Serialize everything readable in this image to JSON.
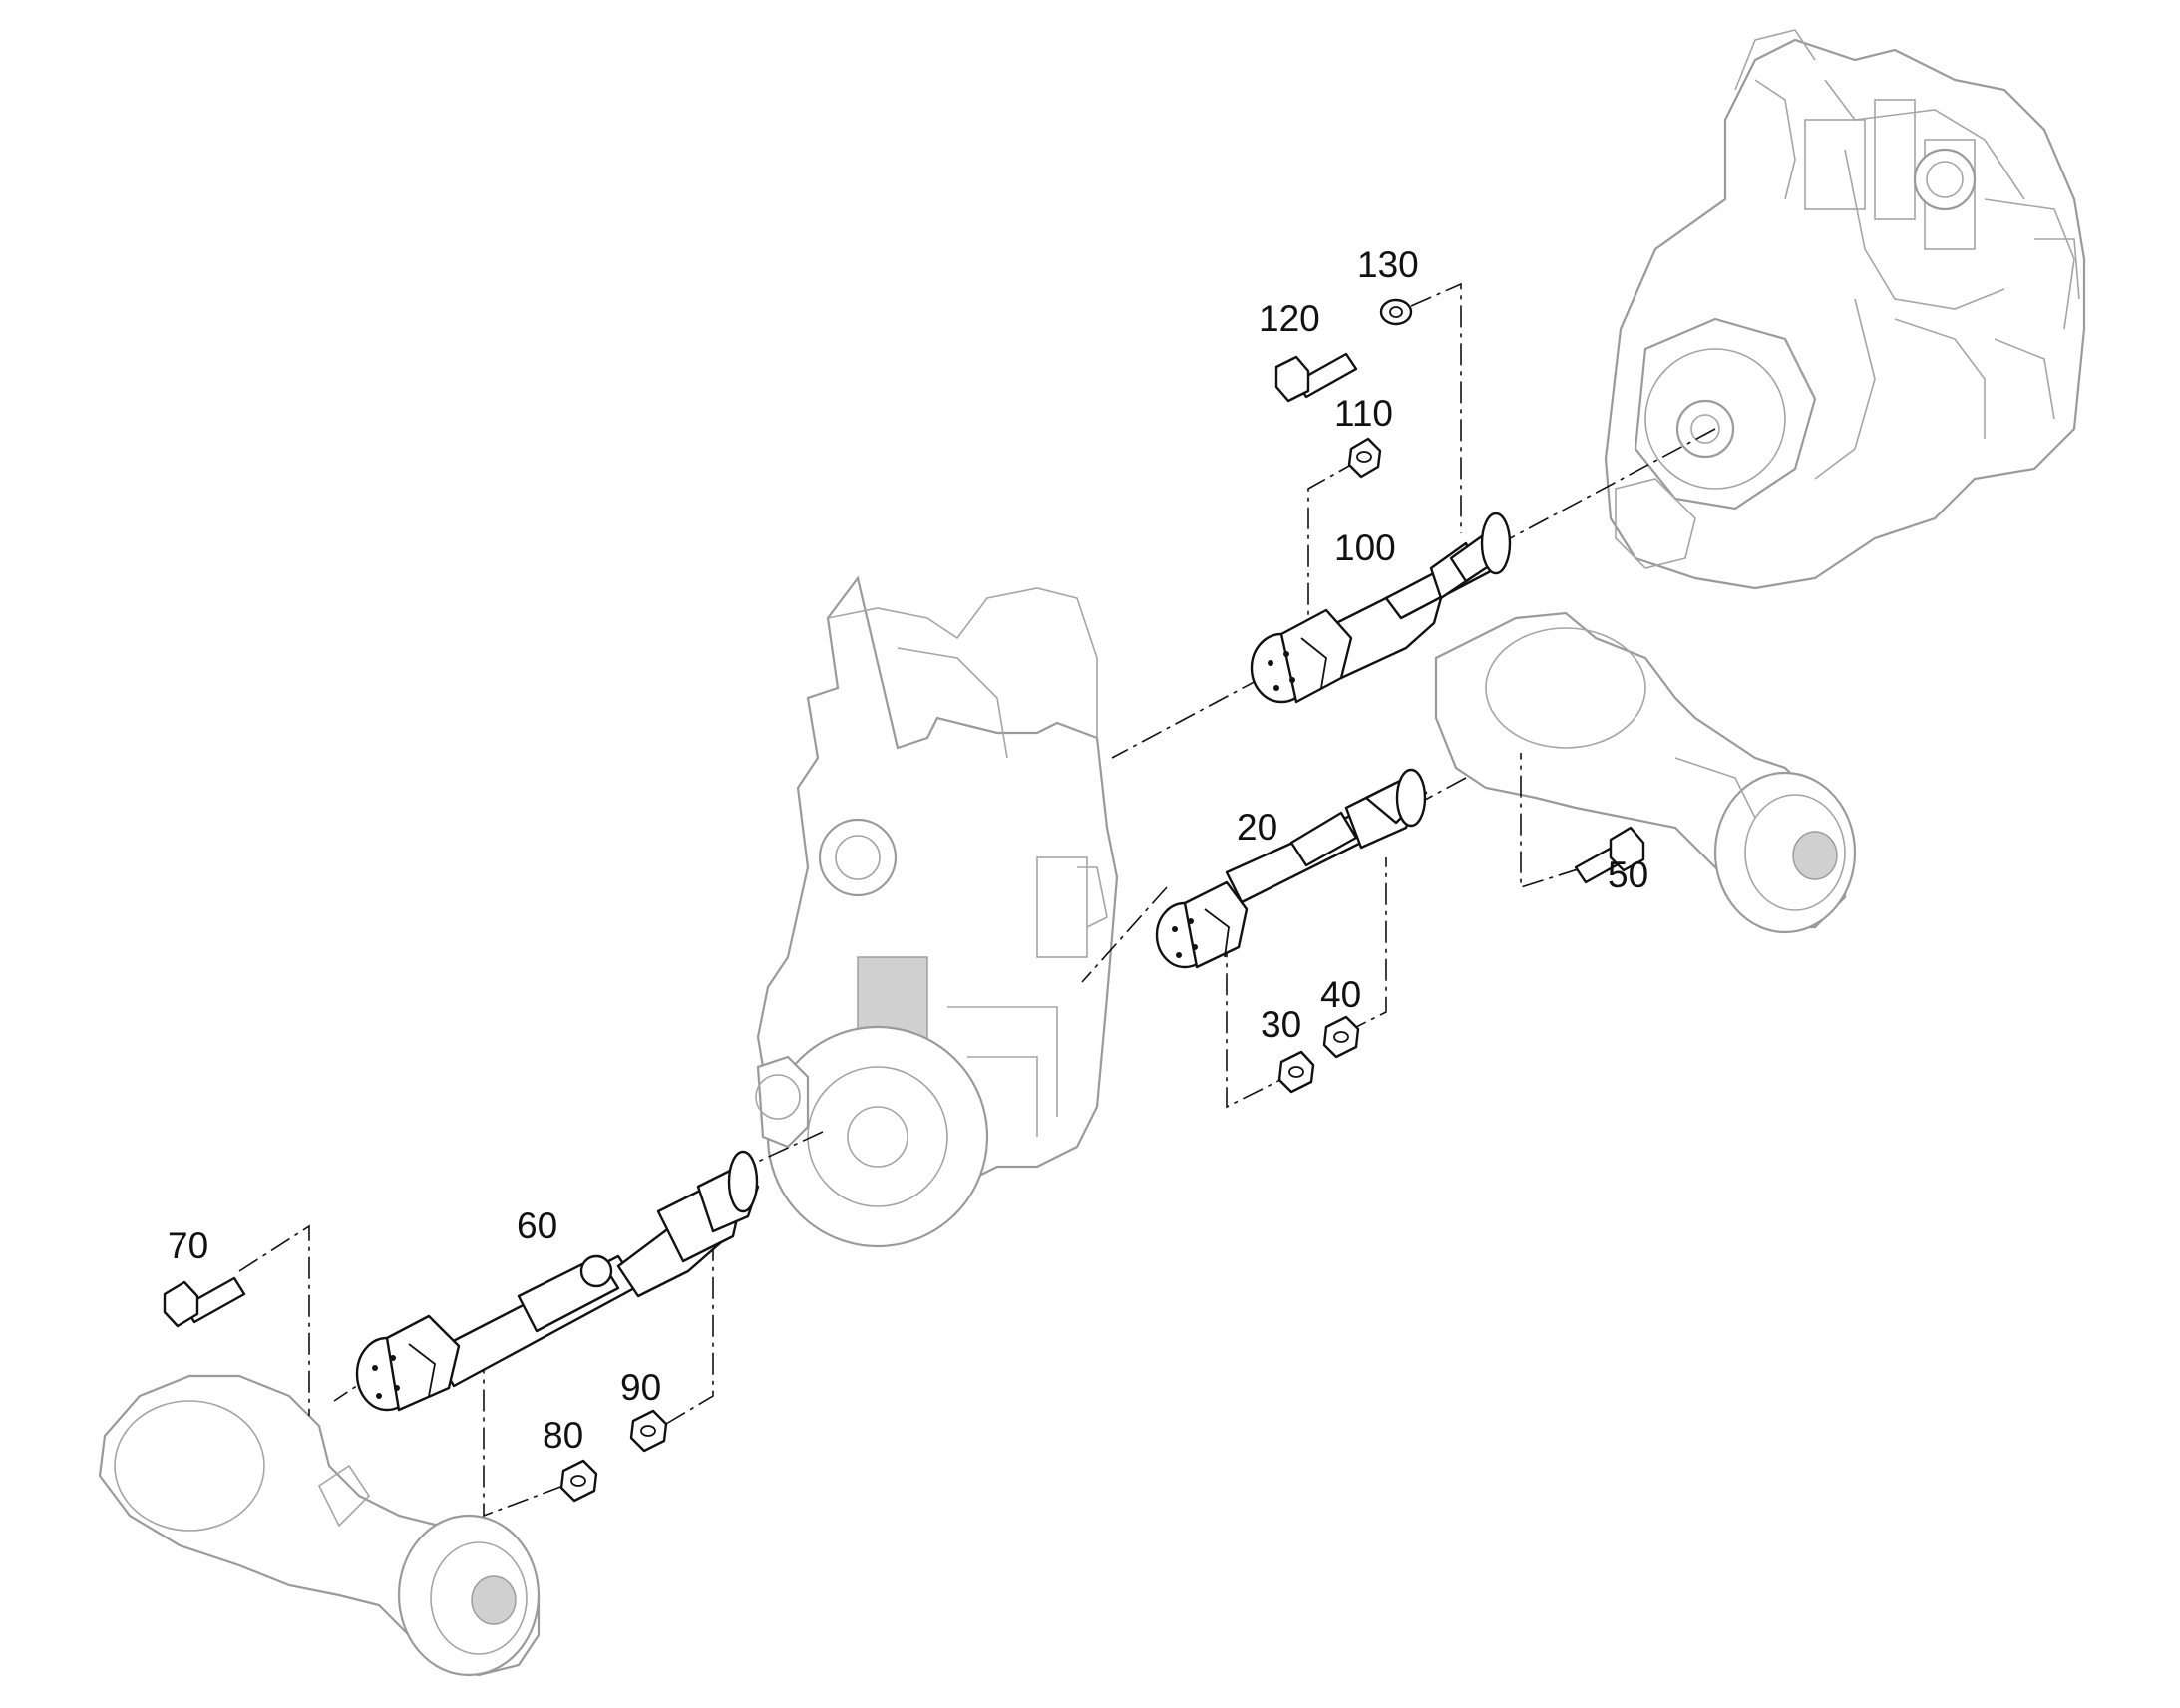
{
  "callouts": {
    "c20": "20",
    "c30": "30",
    "c40": "40",
    "c50": "50",
    "c60": "60",
    "c70": "70",
    "c80": "80",
    "c90": "90",
    "c100": "100",
    "c110": "110",
    "c120": "120",
    "c130": "130"
  },
  "colors": {
    "part_stroke": "#111111",
    "context_stroke": "#9a9a9a",
    "background": "#ffffff"
  }
}
